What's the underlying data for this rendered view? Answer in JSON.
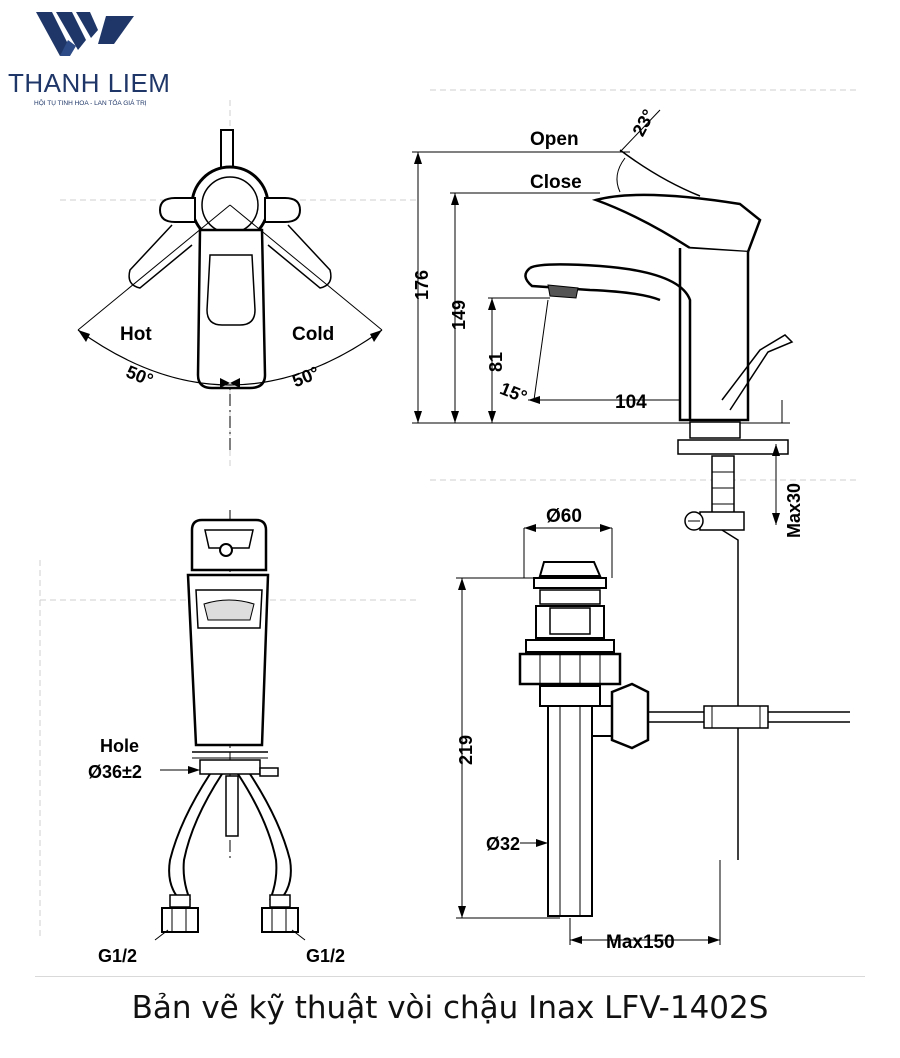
{
  "logo": {
    "brand": "THANH LIEM",
    "tagline": "HỘI TỤ TINH HOA - LAN TỎA GIÁ TRỊ"
  },
  "top_view": {
    "hot": "Hot",
    "cold": "Cold",
    "angle_left": "50°",
    "angle_right": "50°"
  },
  "side_view": {
    "open": "Open",
    "close": "Close",
    "lever_angle": "23°",
    "h_total": "176",
    "h_spout_top": "149",
    "h_spout_outlet": "81",
    "spout_angle": "15°",
    "reach": "104",
    "max_thickness": "Max30"
  },
  "front_view": {
    "hole_label": "Hole",
    "hole_dim": "Ø36±2",
    "inlet_left": "G1/2",
    "inlet_right": "G1/2"
  },
  "drain_view": {
    "cap_dia": "Ø60",
    "height": "219",
    "pipe_dia": "Ø32",
    "max_reach": "Max150"
  },
  "caption": "Bản vẽ kỹ thuật vòi chậu Inax LFV-1402S",
  "colors": {
    "brand": "#1f3768",
    "line": "#000000",
    "grid": "#cfcfcf"
  }
}
